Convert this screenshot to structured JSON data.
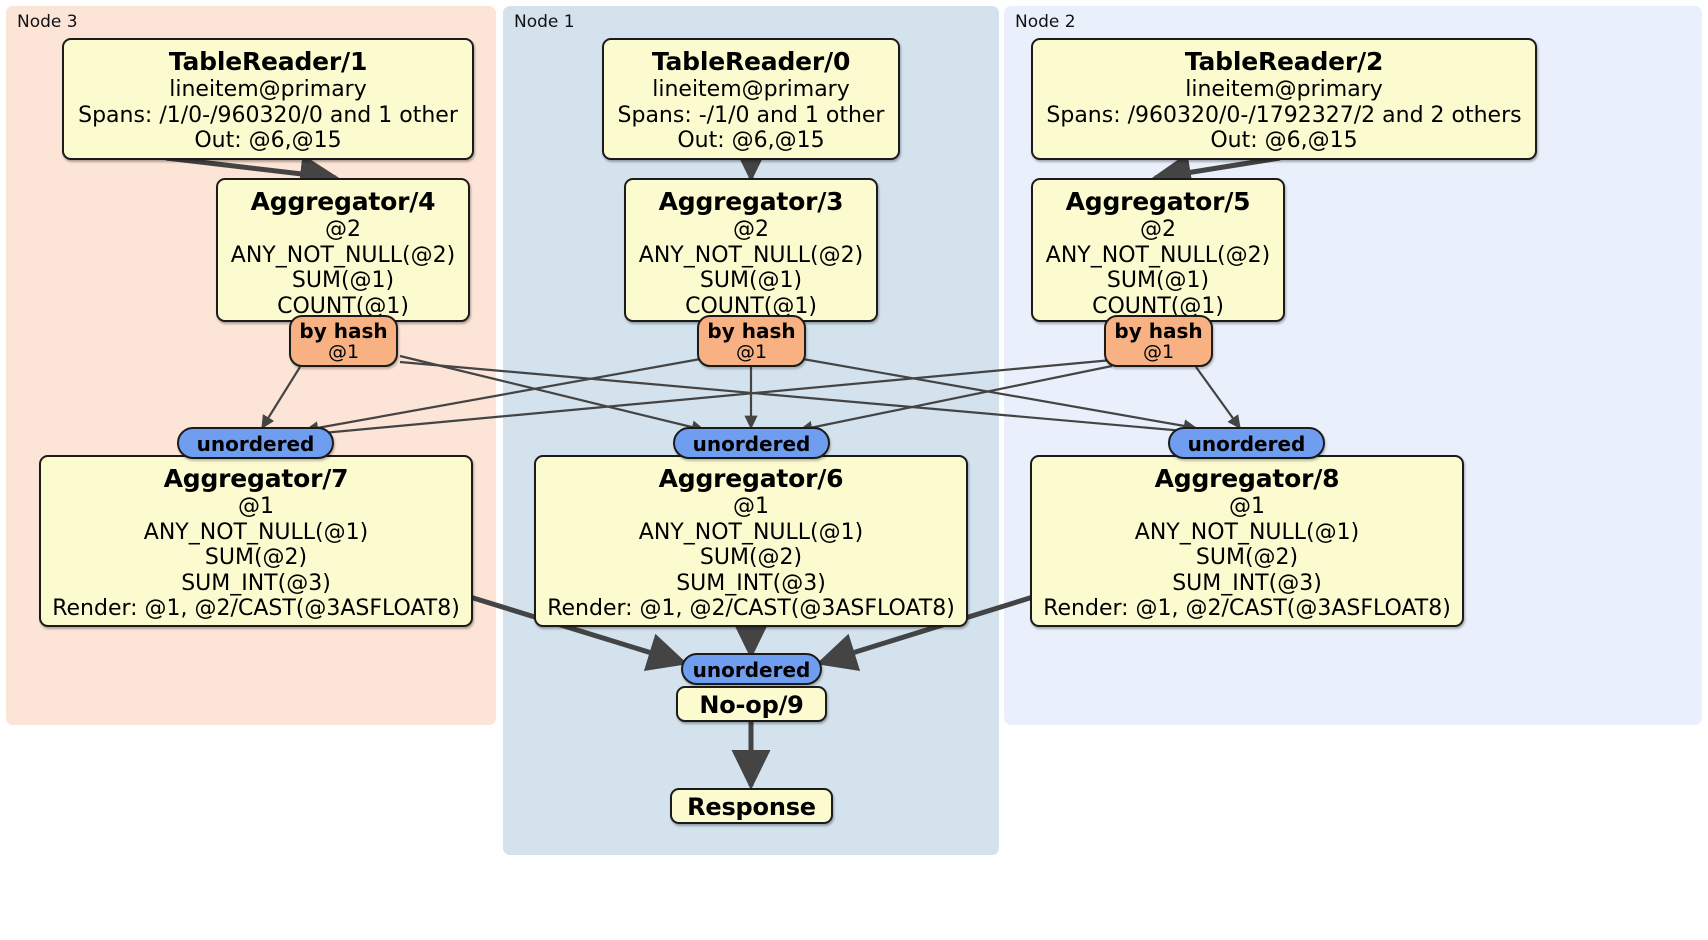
{
  "diagram": {
    "type": "distsql-flow-plan",
    "title": "Distributed SQL query execution plan",
    "colors": {
      "node3_panel": "#fce4d6",
      "node1_panel": "#d3e2ed",
      "node2_panel": "#eaf0fb",
      "processor_box": "#fbfbcf",
      "hash_router": "#f7b183",
      "synchronizer": "#6f9ef0",
      "edge": "#444444",
      "border": "#1b1b1b"
    }
  },
  "panels": [
    {
      "id": "node3",
      "label": "Node 3"
    },
    {
      "id": "node1",
      "label": "Node 1"
    },
    {
      "id": "node2",
      "label": "Node 2"
    }
  ],
  "processors": {
    "table_reader_1": {
      "title": "TableReader/1",
      "lines": [
        "lineitem@primary",
        "Spans: /1/0-/960320/0 and 1 other",
        "Out: @6,@15"
      ]
    },
    "table_reader_0": {
      "title": "TableReader/0",
      "lines": [
        "lineitem@primary",
        "Spans: -/1/0 and 1 other",
        "Out: @6,@15"
      ]
    },
    "table_reader_2": {
      "title": "TableReader/2",
      "lines": [
        "lineitem@primary",
        "Spans: /960320/0-/1792327/2 and 2 others",
        "Out: @6,@15"
      ]
    },
    "aggregator_4": {
      "title": "Aggregator/4",
      "lines": [
        "@2",
        "ANY_NOT_NULL(@2)",
        "SUM(@1)",
        "COUNT(@1)"
      ]
    },
    "aggregator_3": {
      "title": "Aggregator/3",
      "lines": [
        "@2",
        "ANY_NOT_NULL(@2)",
        "SUM(@1)",
        "COUNT(@1)"
      ]
    },
    "aggregator_5": {
      "title": "Aggregator/5",
      "lines": [
        "@2",
        "ANY_NOT_NULL(@2)",
        "SUM(@1)",
        "COUNT(@1)"
      ]
    },
    "aggregator_7": {
      "title": "Aggregator/7",
      "lines": [
        "@1",
        "ANY_NOT_NULL(@1)",
        "SUM(@2)",
        "SUM_INT(@3)",
        "Render: @1, @2/CAST(@3ASFLOAT8)"
      ]
    },
    "aggregator_6": {
      "title": "Aggregator/6",
      "lines": [
        "@1",
        "ANY_NOT_NULL(@1)",
        "SUM(@2)",
        "SUM_INT(@3)",
        "Render: @1, @2/CAST(@3ASFLOAT8)"
      ]
    },
    "aggregator_8": {
      "title": "Aggregator/8",
      "lines": [
        "@1",
        "ANY_NOT_NULL(@1)",
        "SUM(@2)",
        "SUM_INT(@3)",
        "Render: @1, @2/CAST(@3ASFLOAT8)"
      ]
    },
    "noop_9": {
      "title": "No-op/9"
    },
    "response": {
      "title": "Response"
    }
  },
  "routers": {
    "hash_left": {
      "label": "by hash",
      "sublabel": "@1"
    },
    "hash_center": {
      "label": "by hash",
      "sublabel": "@1"
    },
    "hash_right": {
      "label": "by hash",
      "sublabel": "@1"
    }
  },
  "synchronizers": {
    "sync_left": {
      "label": "unordered"
    },
    "sync_center": {
      "label": "unordered"
    },
    "sync_right": {
      "label": "unordered"
    },
    "sync_final": {
      "label": "unordered"
    }
  }
}
